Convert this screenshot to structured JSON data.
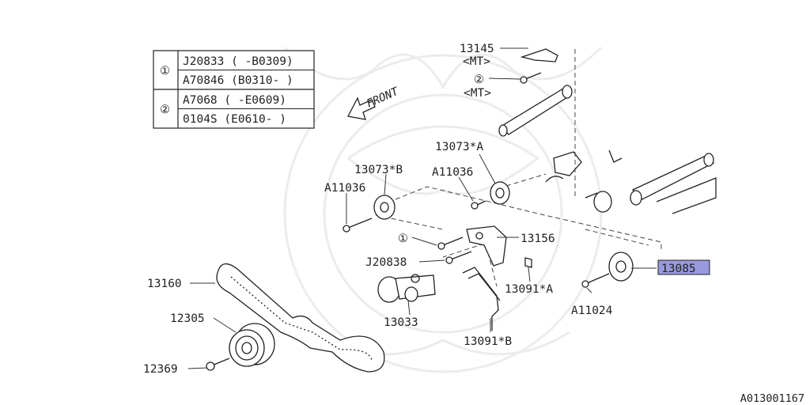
{
  "diagram": {
    "legend": {
      "rows": [
        {
          "symbol": "①",
          "entries": [
            "J20833 ( -B0309)",
            "A70846 (B0310- )"
          ]
        },
        {
          "symbol": "②",
          "entries": [
            "A7068 ( -E0609)",
            "0104S (E0610- )"
          ]
        }
      ]
    },
    "front_label": "FRONT",
    "labels": {
      "p13145": "13145",
      "mt1": "<MT>",
      "circ2": "②",
      "mt2": "<MT>",
      "p13073a": "13073*A",
      "p13073b": "13073*B",
      "a11036_right": "A11036",
      "a11036_left": "A11036",
      "circ1": "①",
      "p13156": "13156",
      "j20838": "J20838",
      "p13085": "13085",
      "p13160": "13160",
      "p13091a": "13091*A",
      "a11024": "A11024",
      "p12305": "12305",
      "p13033": "13033",
      "p13091b": "13091*B",
      "p12369": "12369"
    },
    "highlight_color": "#9999dd",
    "diagram_id": "A013001167"
  }
}
